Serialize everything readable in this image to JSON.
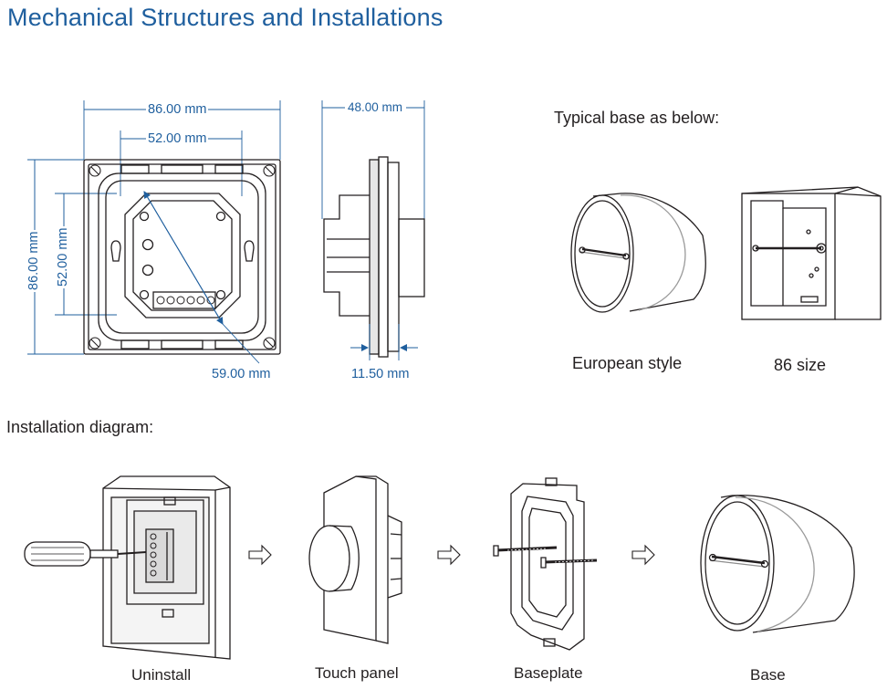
{
  "title": "Mechanical Structures and Installations",
  "dimensions": {
    "width_outer": "86.00 mm",
    "width_inner": "52.00 mm",
    "height_outer": "86.00 mm",
    "height_inner": "52.00 mm",
    "diagonal": "59.00 mm",
    "depth_total": "48.00 mm",
    "panel_thickness": "11.50 mm"
  },
  "typical_base": {
    "heading": "Typical base as below:",
    "items": [
      "European style",
      "86 size"
    ]
  },
  "installation": {
    "heading": "Installation diagram:",
    "steps": [
      "Uninstall",
      "Touch panel",
      "Baseplate",
      "Base"
    ]
  },
  "colors": {
    "accent": "#1f5f9e",
    "line": "#231f20",
    "shade": "#bfbfbf"
  },
  "icons": [
    "arrow-right-icon",
    "screwdriver-icon",
    "screw-icon"
  ]
}
